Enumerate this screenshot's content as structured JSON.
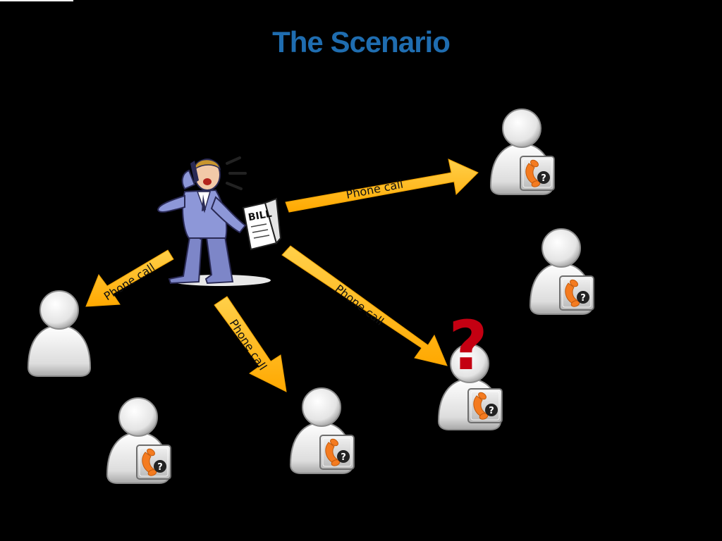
{
  "slide": {
    "title": "The Scenario",
    "accent_color": "#1f6db0"
  },
  "caller": {
    "icon": "businessman-on-phone-holding-bill-icon",
    "bill_text": "BILL"
  },
  "arrows": [
    {
      "id": "arrow-to-top-right",
      "label": "Phone call"
    },
    {
      "id": "arrow-to-left",
      "label": "Phone call"
    },
    {
      "id": "arrow-to-bottom-center",
      "label": "Phone call"
    },
    {
      "id": "arrow-to-unknown",
      "label": "Phone call"
    }
  ],
  "users": [
    {
      "id": "user-top-right",
      "icon": "user-icon",
      "badge": "phone-question-badge-icon"
    },
    {
      "id": "user-right",
      "icon": "user-icon",
      "badge": "phone-question-badge-icon"
    },
    {
      "id": "user-left",
      "icon": "user-icon",
      "badge": null
    },
    {
      "id": "user-bottom-left",
      "icon": "user-icon",
      "badge": "phone-question-badge-icon"
    },
    {
      "id": "user-bottom-center",
      "icon": "user-icon",
      "badge": "phone-question-badge-icon"
    },
    {
      "id": "user-unknown",
      "icon": "user-icon",
      "badge": "phone-question-badge-icon"
    }
  ],
  "unknown_marker": {
    "text": "?",
    "color": "#c40012"
  },
  "colors": {
    "arrow_fill": "#ffb81c",
    "arrow_stroke": "#f0a000",
    "badge_orange": "#f47b20"
  }
}
